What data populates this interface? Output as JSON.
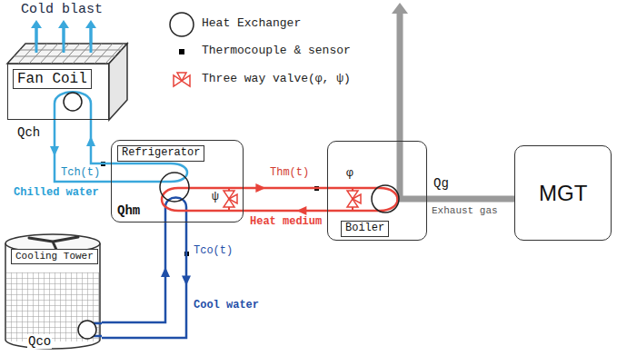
{
  "diagram": {
    "nodes": [
      {
        "text": [
          "Fan Coil"
        ]
      },
      {
        "text": [
          "Refrigerator"
        ]
      },
      {
        "text": [
          "Boiler"
        ]
      },
      {
        "text": [
          "MGT"
        ]
      },
      {
        "text": [
          "Cooling Tower"
        ]
      }
    ],
    "edges": [
      {
        "from": 1,
        "to": 0,
        "arrow": "to"
      },
      {
        "from": 0,
        "to": 1,
        "arrow": "to"
      },
      {
        "from": 1,
        "to": 2,
        "arrow": "to"
      },
      {
        "from": 2,
        "to": 1,
        "arrow": "to"
      },
      {
        "from": 3,
        "to": 2,
        "arrow": "none"
      },
      {
        "from": 4,
        "to": 1,
        "arrow": "to"
      },
      {
        "from": 1,
        "to": 4,
        "arrow": "to"
      }
    ],
    "labels": [
      "Cold blast",
      "Qch",
      "Tch(t)",
      "Chilled water",
      "Qhm",
      "ψ",
      "Thm(t)",
      "Heat medium",
      "φ",
      "Qg",
      "Exhaust gas",
      "Tco(t)",
      "Cool water",
      "Qco"
    ],
    "legend": [
      {
        "text": "Heat Exchanger"
      },
      {
        "text": "Thermocouple & sensor"
      },
      {
        "text": "Three way valve(φ, ψ)"
      }
    ]
  }
}
